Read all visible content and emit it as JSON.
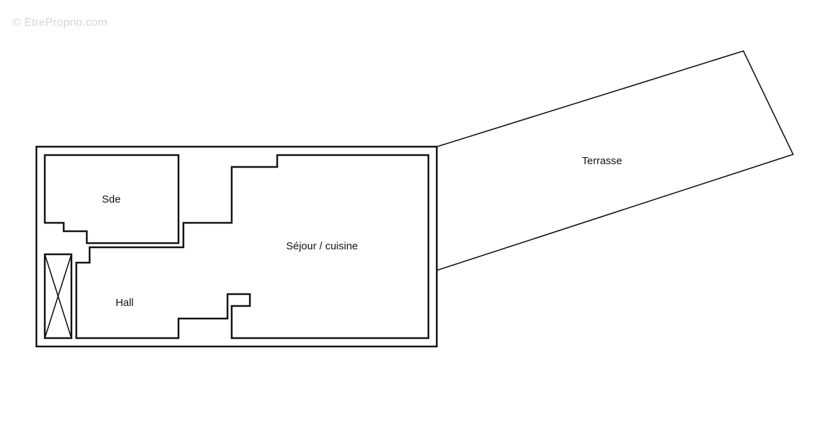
{
  "watermark": "© EtreProprio.com",
  "rooms": {
    "sde": "Sde",
    "sejour": "Séjour / cuisine",
    "hall": "Hall",
    "terrasse": "Terrasse"
  },
  "colors": {
    "wall": "#111111",
    "watermark": "#d6d6d6"
  }
}
